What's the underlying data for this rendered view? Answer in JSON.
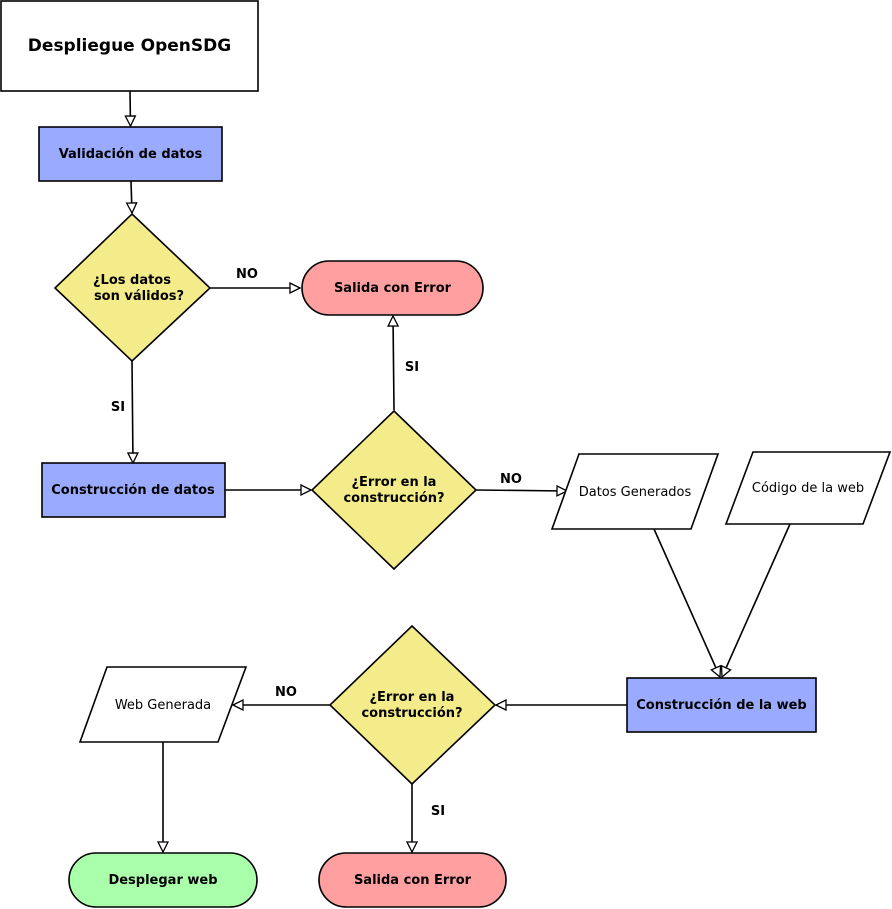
{
  "nodes": {
    "start": {
      "label": "Despliegue OpenSDG"
    },
    "validation": {
      "label": "Validación de datos"
    },
    "decision_valid": {
      "line1": "¿Los datos",
      "line2": "son válidos?"
    },
    "exit_error_1": {
      "label": "Salida con Error"
    },
    "data_build": {
      "label": "Construcción de datos"
    },
    "decision_build_error": {
      "line1": "¿Error en la",
      "line2": "construcción?"
    },
    "generated_data": {
      "label": "Datos Generados"
    },
    "web_code": {
      "label": "Código de la web"
    },
    "web_build": {
      "label": "Construcción de la web"
    },
    "decision_web_error": {
      "line1": "¿Error en la",
      "line2": "construcción?"
    },
    "generated_web": {
      "label": "Web Generada"
    },
    "deploy_web": {
      "label": "Desplegar web"
    },
    "exit_error_2": {
      "label": "Salida con Error"
    }
  },
  "edge_labels": {
    "valid_no": "NO",
    "valid_si": "SI",
    "build_si": "SI",
    "build_no": "NO",
    "web_no": "NO",
    "web_si": "SI"
  },
  "colors": {
    "process": "#99aaff",
    "decision": "#f4ec8a",
    "error": "#ff9f9f",
    "success": "#aaffaa",
    "io": "#ffffff",
    "stroke": "#000000"
  }
}
